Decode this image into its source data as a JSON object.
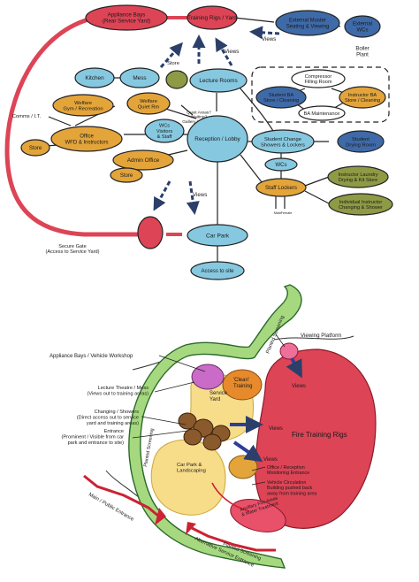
{
  "top_diagram": {
    "nodes": {
      "appliance_bays": [
        "Appliance Bays",
        "(Rear Service Yard)"
      ],
      "training_rigs": [
        "Training Rigs / Yard"
      ],
      "external_muster": [
        "External Muster",
        "Seating & Viewing"
      ],
      "external_wcs": [
        "External",
        "WCs"
      ],
      "boiler_plant": [
        "Boiler",
        "Plant"
      ],
      "kitchen": [
        "Kitchen"
      ],
      "mess": [
        "Mess"
      ],
      "store_top": [
        "Store"
      ],
      "lecture_rooms": [
        "Lecture Rooms"
      ],
      "compressor": [
        "Compressor",
        "Filling Room"
      ],
      "student_ba": [
        "Student BA",
        "Store / Cleaning"
      ],
      "instructor_ba": [
        "Instructor BA",
        "Store / Cleaning"
      ],
      "ba_maintenance": [
        "BA Maintenance"
      ],
      "welfare_gym": [
        "Welfare",
        "Gym / Recreation"
      ],
      "welfare_quiet": [
        "Welfare",
        "Quiet Rm"
      ],
      "comms_it": [
        "Comms / I.T."
      ],
      "office_wfd": [
        "Office",
        "WFD & Instructors"
      ],
      "wcs_visitors": [
        "WCs",
        "Visitors",
        "& Staff"
      ],
      "quiet_areas": [
        "Quiet Areas?",
        "Waiting?",
        "Gallery / Display?"
      ],
      "reception": [
        "Reception / Lobby"
      ],
      "student_change": [
        "Student Change",
        "Showers & Lockers"
      ],
      "student_drying": [
        "Student",
        "Drying Room"
      ],
      "store_left": [
        "Store"
      ],
      "admin_office": [
        "Admin Office"
      ],
      "store_admin": [
        "Store"
      ],
      "wcs_right": [
        "WCs"
      ],
      "staff_lockers": [
        "Staff Lockers"
      ],
      "instructor_laundry": [
        "Instructor Laundry",
        "Drying & Kit Store"
      ],
      "individual_instructor": [
        "Individual Instructor",
        "Changing & Shower"
      ],
      "secure_gate": [
        "Secure Gate",
        "(Access to Service Yard)"
      ],
      "car_park": [
        "Car Park"
      ],
      "access_to_site": [
        "Access to site"
      ]
    },
    "views_labels": [
      "Views",
      "Views",
      "Views"
    ],
    "gender_labels": [
      "Male",
      "Female"
    ]
  },
  "bottom_plan": {
    "labels": {
      "planted_screening_top": "Planted Screening",
      "viewing_platform": "Viewing Platform",
      "appliance_bays": "Appliance Bays / Vehicle Workshop",
      "lecture_theatre": [
        "Lecture Theatre / Mess",
        "(Views out to training areas)"
      ],
      "changing_showers": [
        "Changing / Showers",
        "(Direct access out to service",
        "yard and training areas)"
      ],
      "entrance": [
        "Entrance",
        "(Prominent / Visible from car",
        "park and entrance to site)"
      ],
      "office_reception": [
        "Office / Reception",
        "Monitoring Entrance"
      ],
      "vehicle_circulation": [
        "Vehicle Circulation",
        "Building pushed back",
        "away from training area"
      ],
      "planted_screening_left": "Planted Screening",
      "planted_screening_bottom": "Planted Screening",
      "main_entrance": "Main / Public Entrance",
      "alt_entrance": "Alternative Service Entrance",
      "ancillary_fire": [
        "Ancillary Fire Areas",
        "& Water Treatment"
      ],
      "car_park_landscaping": [
        "Car Park &",
        "Landscaping"
      ],
      "service_yard": [
        "Service",
        "Yard"
      ],
      "clean_training": [
        "'Clean'",
        "Training"
      ],
      "fire_training_rigs": "Fire Training Rigs",
      "views_1": "Views",
      "views_2": "Views",
      "views_3": "Views"
    }
  },
  "colors": {
    "red": "#dd4456",
    "blue": "#86c8e0",
    "orange": "#e3a43a",
    "olive": "#8f9a45",
    "navy": "#3f6aa8",
    "green": "#a6d97f",
    "yellow": "#f7dc8a",
    "brown": "#8a5a2c",
    "ancillary": "#e9506a"
  }
}
